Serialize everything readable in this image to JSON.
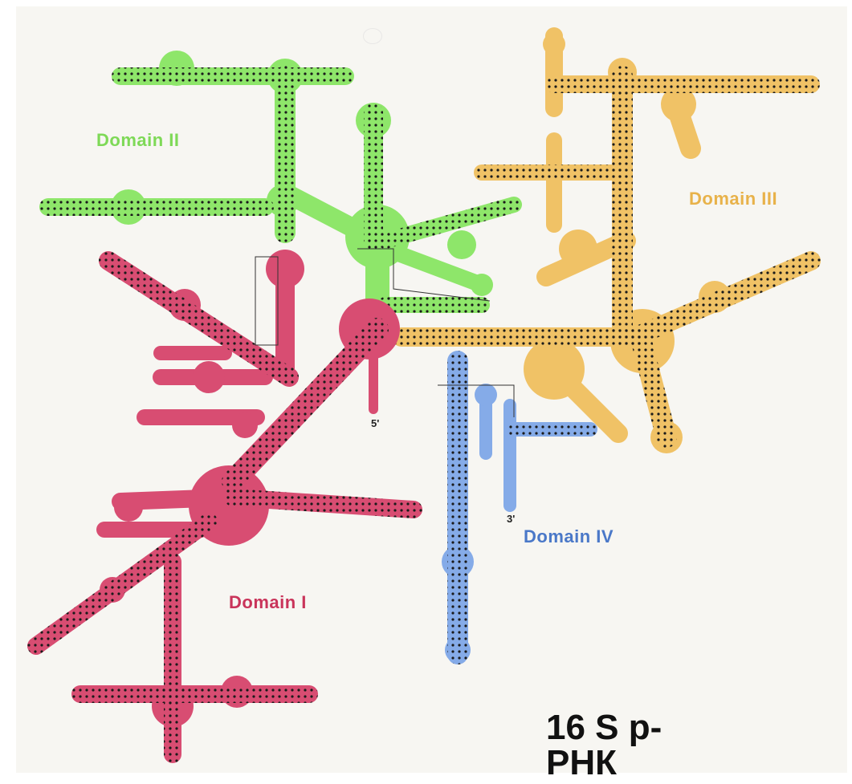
{
  "labels": {
    "domain_i": "Domain I",
    "domain_ii": "Domain II",
    "domain_iii": "Domain III",
    "domain_iv": "Domain IV",
    "five_prime": "5'",
    "three_prime": "3'"
  },
  "caption": {
    "line1": "16 S р-",
    "line2": "РНК"
  },
  "colors": {
    "domain_i": "#d84d72",
    "domain_ii": "#8ee66a",
    "domain_iii": "#f0c266",
    "domain_iv": "#85abe8"
  }
}
